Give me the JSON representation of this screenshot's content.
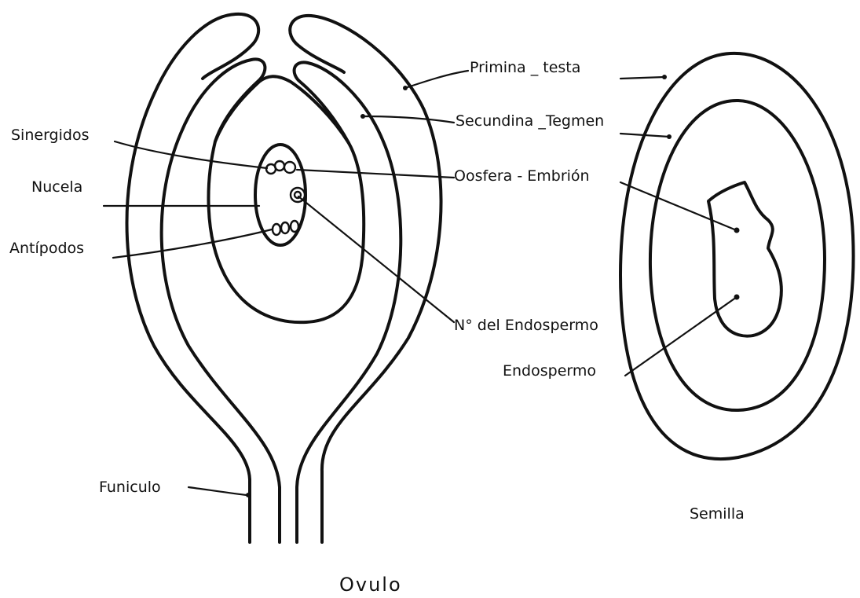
{
  "labels": {
    "sinergidos": "Sinergidos",
    "nucela": "Nucela",
    "antipodos": "Antípodos",
    "primina_testa": "Primina _ testa",
    "secundina_tegmen": "Secundina _Tegmen",
    "oosfera_embrion": "Oosfera - Embrión",
    "nucleo_endospermo": "N° del Endospermo",
    "endospermo": "Endospermo",
    "funiculo": "Funiculo",
    "semilla": "Semilla",
    "ovulo": "Ovulo"
  },
  "colors": {
    "ink": "#111111",
    "background": "#ffffff"
  }
}
